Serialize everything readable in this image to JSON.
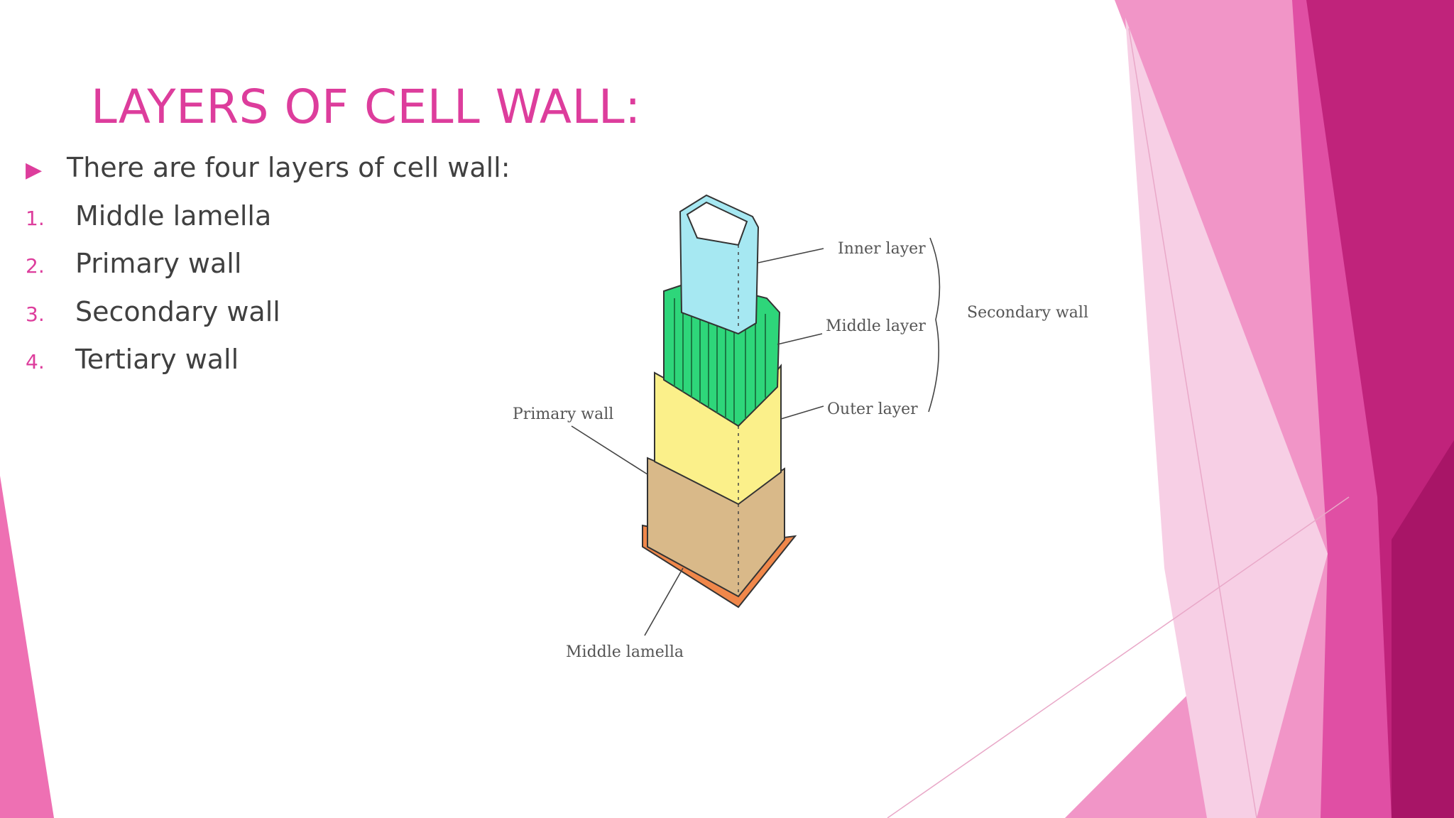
{
  "slide": {
    "title": "LAYERS OF CELL WALL:",
    "intro": "There are four layers of cell wall:",
    "list": [
      {
        "num": "1.",
        "text": "Middle lamella"
      },
      {
        "num": "2.",
        "text": "Primary wall"
      },
      {
        "num": "3.",
        "text": "Secondary wall"
      },
      {
        "num": "4.",
        "text": "Tertiary wall"
      }
    ]
  },
  "figure": {
    "labels": {
      "inner": "Inner layer",
      "middle": "Middle layer",
      "outer": "Outer layer",
      "secondary": "Secondary wall",
      "primary": "Primary wall",
      "lamella": "Middle lamella"
    }
  },
  "colors": {
    "accent": "#dd3d9c",
    "text": "#404040",
    "inner_layer": "#a6e8f2",
    "middle_layer": "#2ed67a",
    "outer_layer": "#fbf08a",
    "primary_wall": "#d9b989",
    "middle_lamella": "#f0874a"
  },
  "icons": {
    "bullet": "triangle-right-icon"
  }
}
